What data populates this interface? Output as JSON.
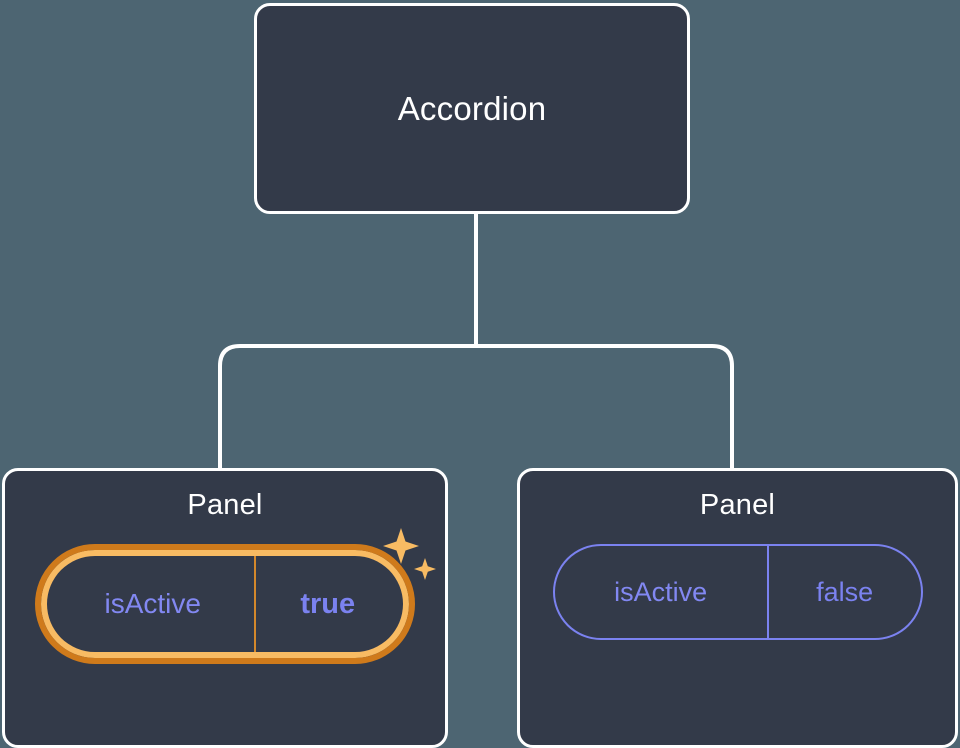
{
  "diagram": {
    "type": "component-tree",
    "background_color": "#4d6572",
    "node_fill_color": "#333a49",
    "node_border_color": "#ffffff",
    "edge_color": "#ffffff",
    "accent_highlight_color": "#f8bb63",
    "accent_highlight_outer_color": "#cf7a1b",
    "prop_text_color": "#7b82f0"
  },
  "root": {
    "label": "Accordion"
  },
  "children": [
    {
      "label": "Panel",
      "highlighted": true,
      "prop": {
        "key": "isActive",
        "value": "true"
      },
      "sparkle_icon": "sparkles-icon"
    },
    {
      "label": "Panel",
      "highlighted": false,
      "prop": {
        "key": "isActive",
        "value": "false"
      }
    }
  ]
}
